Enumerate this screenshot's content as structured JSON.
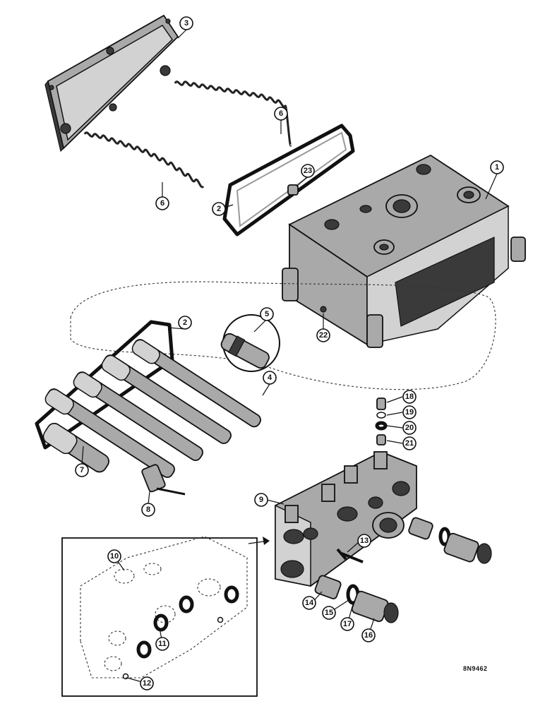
{
  "callouts": [
    "1",
    "2",
    "3",
    "4",
    "5",
    "6",
    "7",
    "8",
    "9",
    "10",
    "11",
    "12",
    "13",
    "14",
    "15",
    "16",
    "17",
    "18",
    "19",
    "20",
    "21",
    "22",
    "23"
  ],
  "drawing_code": "8N9462",
  "colors": {
    "line": "#111111",
    "metal": "#a9a9a9",
    "shadow": "#3a3a3a",
    "paper": "#ffffff"
  }
}
